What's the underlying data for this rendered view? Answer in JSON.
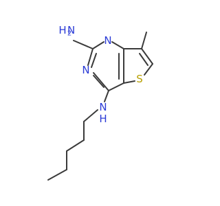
{
  "molecule": {
    "colors": {
      "bond": "#3a3a3a",
      "nitrogen": "#2b3bd6",
      "sulfur": "#b8a000"
    },
    "labels": {
      "amino_n": "N",
      "amino_h": "H",
      "amino_h_subscript": "2",
      "ring_n1": "N",
      "ring_n3": "N",
      "sulfur": "S",
      "nh_n": "N",
      "nh_h": "H"
    }
  }
}
